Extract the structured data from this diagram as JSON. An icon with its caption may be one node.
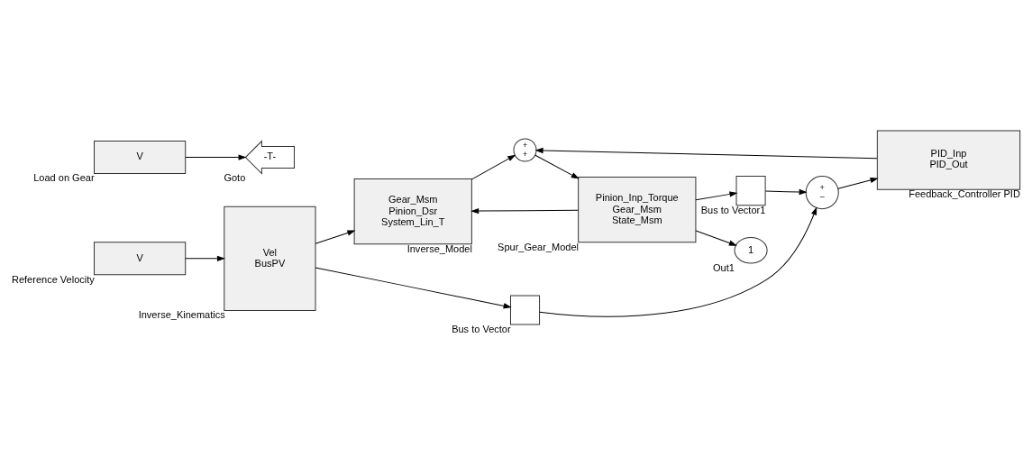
{
  "diagram": {
    "nodes": [
      {
        "text": [
          "V"
        ],
        "beside": [
          "Reference Velocity"
        ]
      },
      {
        "text": [
          "Vel",
          "BusPV"
        ],
        "beside": [
          "Inverse_Kinematics"
        ]
      },
      {
        "text": [
          "Gear_Msm",
          "Pinion_Dsr",
          "System_Lin_T"
        ],
        "beside": [
          "Inverse_Model"
        ]
      },
      {
        "text": [
          "+",
          "+"
        ]
      },
      {
        "text": [
          "Pinion_Inp_Torque",
          "Gear_Msm",
          "State_Msm"
        ],
        "beside": [
          "Spur_Gear_Model"
        ]
      },
      {
        "text": [
          "1"
        ],
        "beside": [
          "Out1"
        ]
      },
      {
        "text": [],
        "shape": "box",
        "beside": [
          "Bus to Vector"
        ]
      },
      {
        "text": [
          "+",
          "–"
        ]
      },
      {
        "text": [
          "PID_Inp",
          "PID_Out"
        ],
        "beside": [
          "Feedback_Controller PID"
        ]
      },
      {
        "text": [],
        "shape": "box",
        "beside": [
          "Bus to Vector1"
        ]
      },
      {
        "text": [
          "V"
        ],
        "beside": [
          "Load on Gear"
        ]
      },
      {
        "text": [
          "-T-"
        ],
        "beside": [
          "Goto"
        ]
      }
    ],
    "edges": [
      {
        "from": 0,
        "to": 1,
        "arrow": "to"
      },
      {
        "from": 1,
        "to": 2,
        "arrow": "to"
      },
      {
        "from": 1,
        "to": 6,
        "arrow": "to"
      },
      {
        "from": 2,
        "to": 3,
        "arrow": "to"
      },
      {
        "from": 8,
        "to": 3,
        "arrow": "to"
      },
      {
        "from": 3,
        "to": 4,
        "arrow": "to"
      },
      {
        "from": 4,
        "to": 2,
        "arrow": "to"
      },
      {
        "from": 4,
        "to": 5,
        "arrow": "to"
      },
      {
        "from": 4,
        "to": 9,
        "arrow": "to"
      },
      {
        "from": 9,
        "to": 7,
        "arrow": "to"
      },
      {
        "from": 6,
        "to": 7,
        "arrow": "to"
      },
      {
        "from": 7,
        "to": 8,
        "arrow": "to"
      },
      {
        "from": 10,
        "to": 11,
        "arrow": "to"
      }
    ]
  }
}
